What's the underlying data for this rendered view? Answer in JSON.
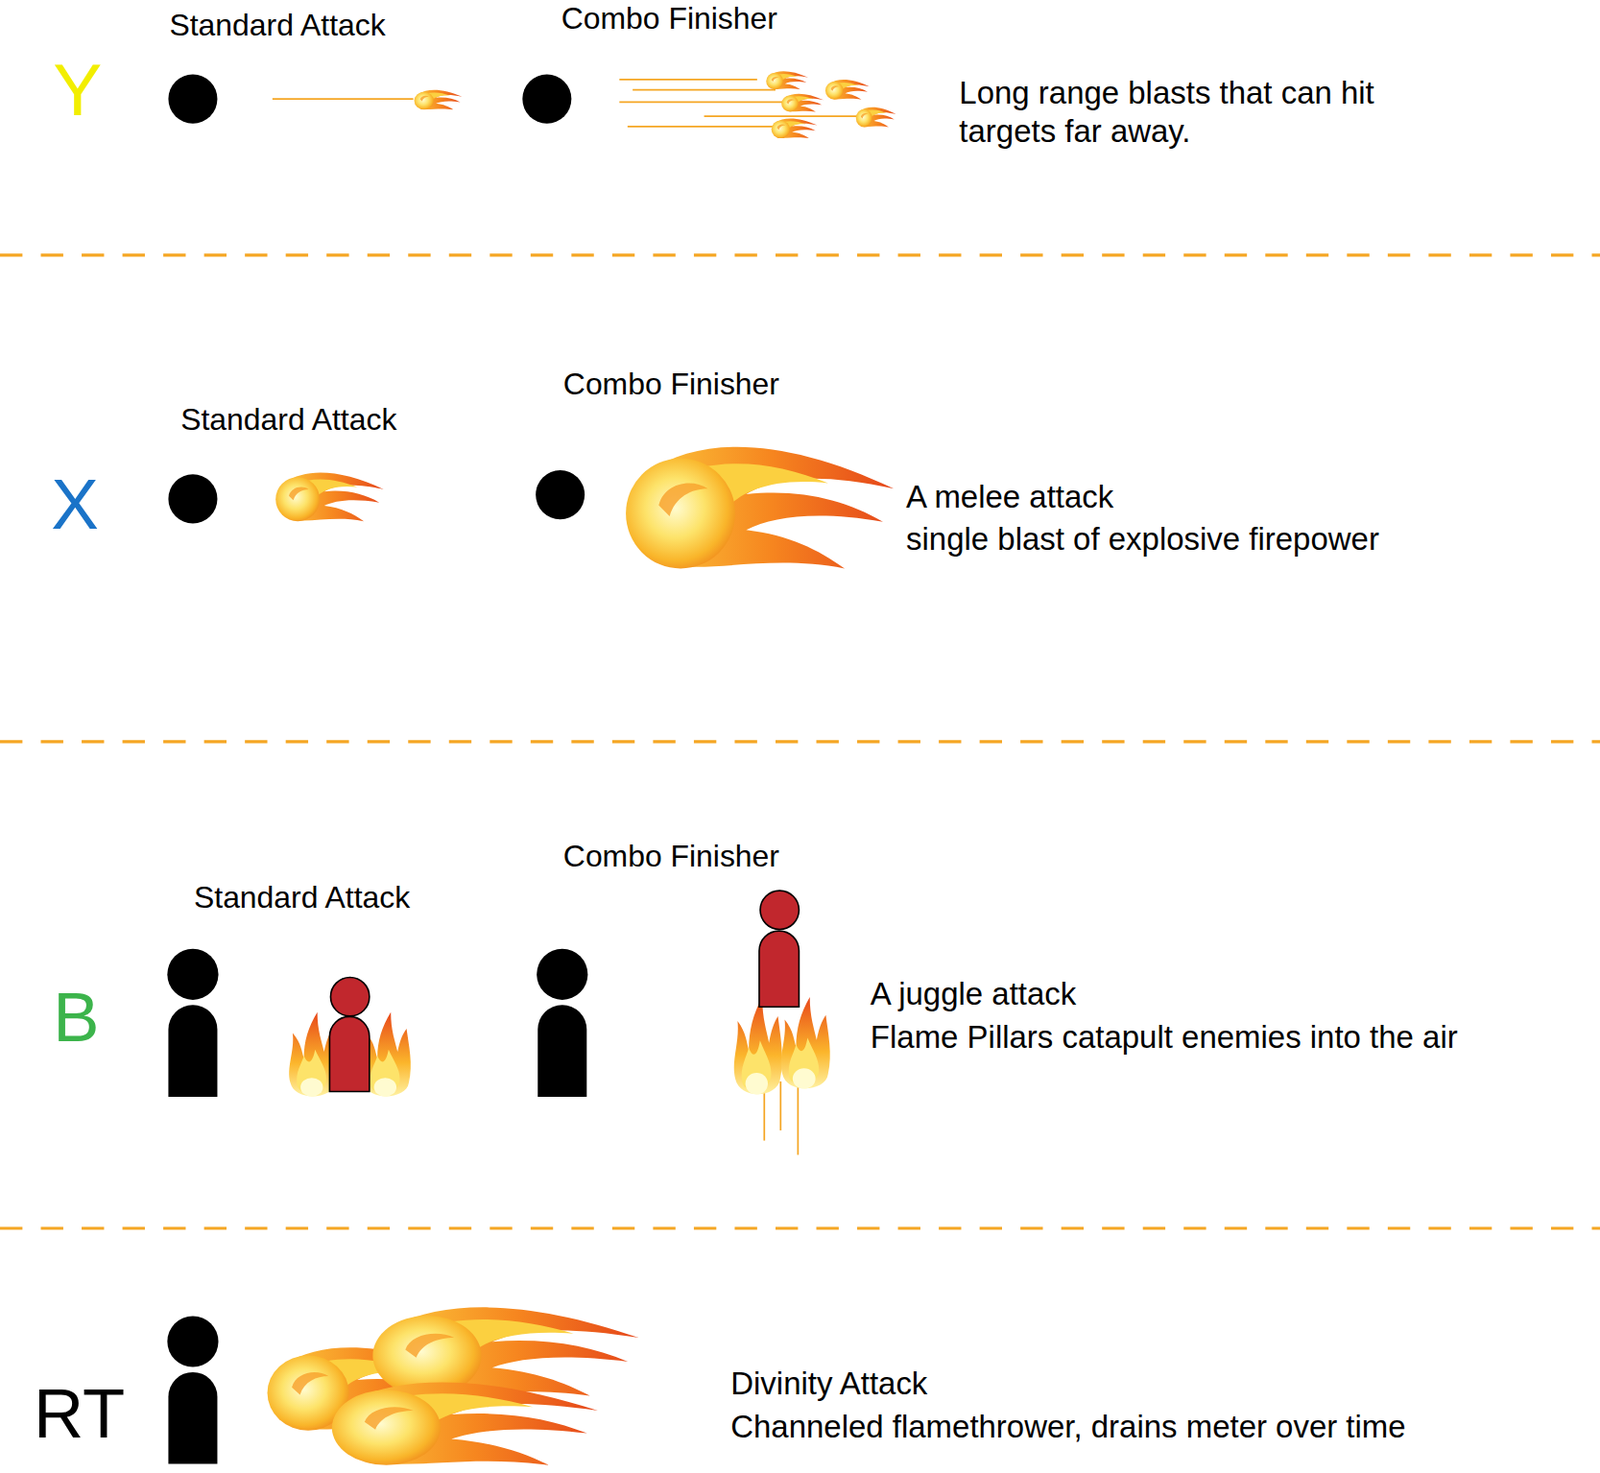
{
  "diagram": {
    "labels": [
      "Standard Attack",
      "Combo Finisher",
      "Y",
      "Long range blasts that can hit targets far away.",
      "Combo Finisher",
      "Standard Attack",
      "X",
      "A melee attack",
      "single blast of explosive firepower",
      "Combo Finisher",
      "Standard Attack",
      "B",
      "A juggle attack",
      "Flame Pillars catapult enemies into the air",
      "RT",
      "Divinity Attack",
      "Channeled flamethrower, drains meter over time"
    ]
  }
}
